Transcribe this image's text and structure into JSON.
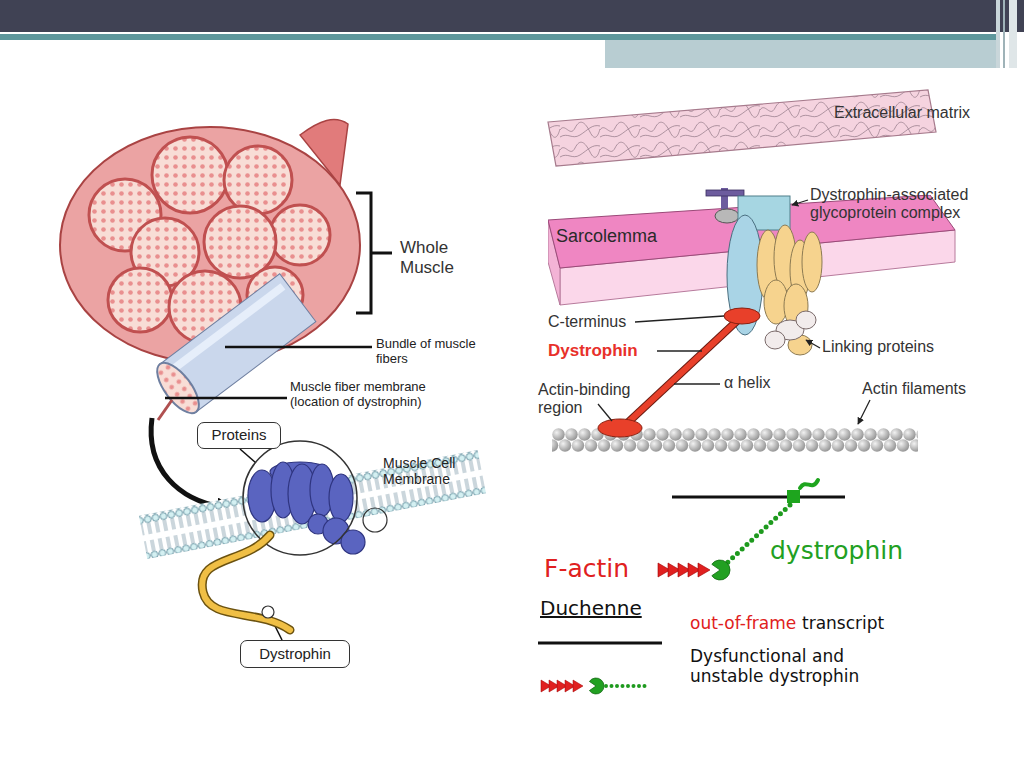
{
  "diagram": {
    "nodes": [
      {
        "text": [
          "Proteins"
        ]
      },
      {
        "text": [
          "Dystrophin"
        ]
      },
      {
        "text": [
          "Sarcolemma"
        ]
      }
    ],
    "labels": [
      "Whole Muscle",
      "Bundle of muscle fibers",
      "Muscle fiber membrane (location of dystrophin)",
      "Muscle Cell Membrane",
      "Extracellular matrix",
      "Dystrophin-associated glycoprotein complex",
      "C-terminus",
      "Dystrophin",
      "Linking proteins",
      "α helix",
      "Actin-binding region",
      "Actin filaments",
      "dystrophin",
      "F-actin",
      "Duchenne",
      "out-of-frame",
      "transcript",
      "Dysfunctional and unstable dystrophin"
    ]
  }
}
